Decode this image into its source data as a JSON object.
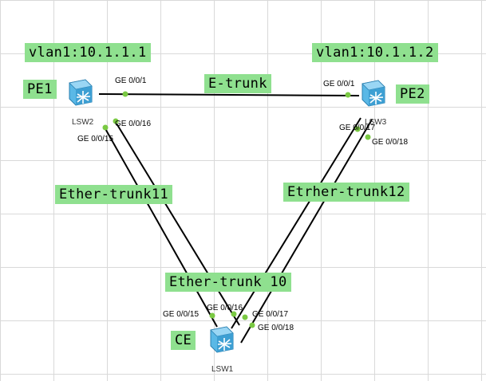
{
  "labels": {
    "pe1_vlan": "vlan1:10.1.1.1",
    "pe2_vlan": "vlan1:10.1.1.2",
    "pe1": "PE1",
    "pe2": "PE2",
    "ce": "CE",
    "e_trunk": "E-trunk",
    "trunk11": "Ether-trunk11",
    "trunk12": "Etrher-trunk12",
    "trunk10": "Ether-trunk 10"
  },
  "devices": {
    "lsw1": "LSW1",
    "lsw2": "LSW2",
    "lsw3": "LSW3"
  },
  "ports": {
    "lsw2_ge1": "GE 0/0/1",
    "lsw2_ge16": "GE 0/0/16",
    "lsw2_ge15": "GE 0/0/15",
    "lsw3_ge1": "GE 0/0/1",
    "lsw3_ge17": "GE 0/0/17",
    "lsw3_ge18": "GE 0/0/18",
    "lsw1_ge15": "GE 0/0/15",
    "lsw1_ge16": "GE 0/0/16",
    "lsw1_ge17": "GE 0/0/17",
    "lsw1_ge18": "GE 0/0/18"
  },
  "colors": {
    "label_bg": "#8fe08f",
    "port_dot": "#7ac943",
    "link": "#000000",
    "switch_body": "#5ab8e6"
  }
}
